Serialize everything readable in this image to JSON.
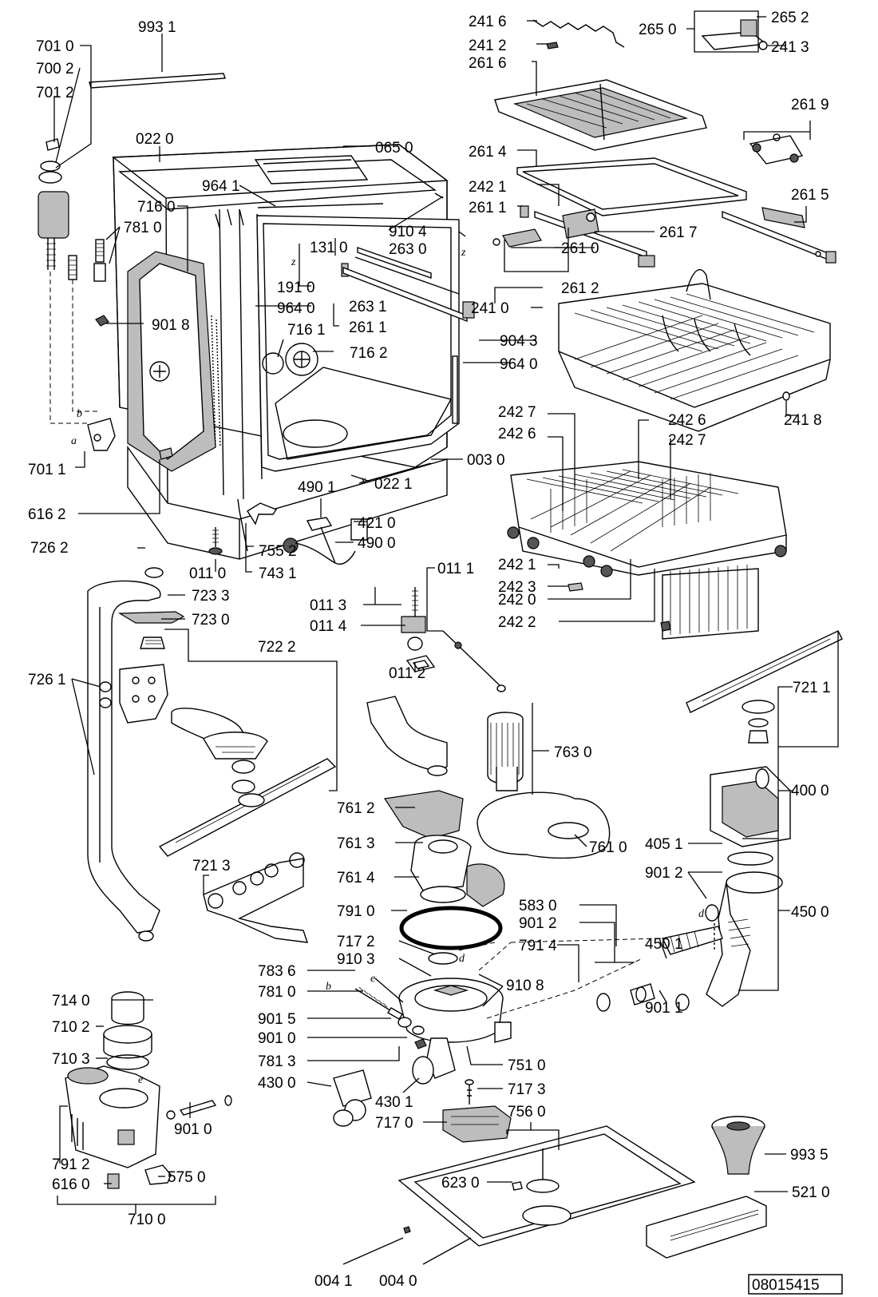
{
  "document_reference": "08015415",
  "callouts": [
    {
      "id": "c1",
      "label": "993 1"
    },
    {
      "id": "c2",
      "label": "701 0"
    },
    {
      "id": "c3",
      "label": "700 2"
    },
    {
      "id": "c4",
      "label": "701 2"
    },
    {
      "id": "c5",
      "label": "022 0"
    },
    {
      "id": "c6",
      "label": "065 0"
    },
    {
      "id": "c7",
      "label": "964 1"
    },
    {
      "id": "c8",
      "label": "716 0"
    },
    {
      "id": "c9",
      "label": "781 0"
    },
    {
      "id": "c10",
      "label": "131 0"
    },
    {
      "id": "c11",
      "label": "910 4"
    },
    {
      "id": "c12",
      "label": "263 0"
    },
    {
      "id": "c13",
      "label": "191 0"
    },
    {
      "id": "c14",
      "label": "964 0"
    },
    {
      "id": "c15",
      "label": "263 1"
    },
    {
      "id": "c16",
      "label": "901 8"
    },
    {
      "id": "c17",
      "label": "716 1"
    },
    {
      "id": "c18",
      "label": "261 1"
    },
    {
      "id": "c19",
      "label": "716 2"
    },
    {
      "id": "c20",
      "label": "701 1"
    },
    {
      "id": "c21",
      "label": "003 0"
    },
    {
      "id": "c22",
      "label": "022 1"
    },
    {
      "id": "c23",
      "label": "616 2"
    },
    {
      "id": "c24",
      "label": "490 1"
    },
    {
      "id": "c25",
      "label": "421 0"
    },
    {
      "id": "c26",
      "label": "490 0"
    },
    {
      "id": "c27",
      "label": "726 2"
    },
    {
      "id": "c28",
      "label": "755 2"
    },
    {
      "id": "c29",
      "label": "011 0"
    },
    {
      "id": "c30",
      "label": "743 1"
    },
    {
      "id": "c31",
      "label": "723 3"
    },
    {
      "id": "c32",
      "label": "723 0"
    },
    {
      "id": "c33",
      "label": "722 2"
    },
    {
      "id": "c34",
      "label": "726 1"
    },
    {
      "id": "c35",
      "label": "011 1"
    },
    {
      "id": "c36",
      "label": "011 3"
    },
    {
      "id": "c37",
      "label": "011 4"
    },
    {
      "id": "c38",
      "label": "011 2"
    },
    {
      "id": "c39",
      "label": "241 6"
    },
    {
      "id": "c40",
      "label": "241 2"
    },
    {
      "id": "c41",
      "label": "261 6"
    },
    {
      "id": "c42",
      "label": "265 0"
    },
    {
      "id": "c43",
      "label": "265 2"
    },
    {
      "id": "c44",
      "label": "241 3"
    },
    {
      "id": "c45",
      "label": "261 9"
    },
    {
      "id": "c46",
      "label": "261 4"
    },
    {
      "id": "c47",
      "label": "242 1"
    },
    {
      "id": "c48",
      "label": "261 1"
    },
    {
      "id": "c49",
      "label": "261 5"
    },
    {
      "id": "c50",
      "label": "261 7"
    },
    {
      "id": "c51",
      "label": "261 0"
    },
    {
      "id": "c52",
      "label": "261 2"
    },
    {
      "id": "c53",
      "label": "241 0"
    },
    {
      "id": "c54",
      "label": "904 3"
    },
    {
      "id": "c55",
      "label": "964 0"
    },
    {
      "id": "c56",
      "label": "241 8"
    },
    {
      "id": "c57",
      "label": "242 7"
    },
    {
      "id": "c58",
      "label": "242 6"
    },
    {
      "id": "c59",
      "label": "242 6"
    },
    {
      "id": "c60",
      "label": "242 7"
    },
    {
      "id": "c61",
      "label": "242 1"
    },
    {
      "id": "c62",
      "label": "242 3"
    },
    {
      "id": "c63",
      "label": "242 0"
    },
    {
      "id": "c64",
      "label": "242 2"
    },
    {
      "id": "c65",
      "label": "721 1"
    },
    {
      "id": "c66",
      "label": "763 0"
    },
    {
      "id": "c67",
      "label": "400 0"
    },
    {
      "id": "c68",
      "label": "761 2"
    },
    {
      "id": "c69",
      "label": "761 3"
    },
    {
      "id": "c70",
      "label": "761 0"
    },
    {
      "id": "c71",
      "label": "405 1"
    },
    {
      "id": "c72",
      "label": "721 3"
    },
    {
      "id": "c73",
      "label": "761 4"
    },
    {
      "id": "c74",
      "label": "901 2"
    },
    {
      "id": "c75",
      "label": "791 0"
    },
    {
      "id": "c76",
      "label": "583 0"
    },
    {
      "id": "c77",
      "label": "901 2"
    },
    {
      "id": "c78",
      "label": "450 0"
    },
    {
      "id": "c79",
      "label": "717 2"
    },
    {
      "id": "c80",
      "label": "791 4"
    },
    {
      "id": "c81",
      "label": "450 1"
    },
    {
      "id": "c82",
      "label": "910 3"
    },
    {
      "id": "c83",
      "label": "783 6"
    },
    {
      "id": "c84",
      "label": "910 8"
    },
    {
      "id": "c85",
      "label": "781 0"
    },
    {
      "id": "c86",
      "label": "714 0"
    },
    {
      "id": "c87",
      "label": "901 1"
    },
    {
      "id": "c88",
      "label": "901 5"
    },
    {
      "id": "c89",
      "label": "710 2"
    },
    {
      "id": "c90",
      "label": "901 0"
    },
    {
      "id": "c91",
      "label": "710 3"
    },
    {
      "id": "c92",
      "label": "781 3"
    },
    {
      "id": "c93",
      "label": "751 0"
    },
    {
      "id": "c94",
      "label": "430 0"
    },
    {
      "id": "c95",
      "label": "717 3"
    },
    {
      "id": "c96",
      "label": "430 1"
    },
    {
      "id": "c97",
      "label": "756 0"
    },
    {
      "id": "c98",
      "label": "717 0"
    },
    {
      "id": "c99",
      "label": "901 0"
    },
    {
      "id": "c100",
      "label": "993 5"
    },
    {
      "id": "c101",
      "label": "791 2"
    },
    {
      "id": "c102",
      "label": "575 0"
    },
    {
      "id": "c103",
      "label": "616 0"
    },
    {
      "id": "c104",
      "label": "623 0"
    },
    {
      "id": "c105",
      "label": "521 0"
    },
    {
      "id": "c106",
      "label": "710 0"
    },
    {
      "id": "c107",
      "label": "004 1"
    },
    {
      "id": "c108",
      "label": "004 0"
    }
  ],
  "connector_letters": [
    {
      "id": "l1",
      "text": "b"
    },
    {
      "id": "l2",
      "text": "a"
    },
    {
      "id": "l3",
      "text": "z"
    },
    {
      "id": "l4",
      "text": "z"
    },
    {
      "id": "l5",
      "text": "x"
    },
    {
      "id": "l6",
      "text": "b"
    },
    {
      "id": "l7",
      "text": "e"
    },
    {
      "id": "l8",
      "text": "e"
    },
    {
      "id": "l9",
      "text": "d"
    },
    {
      "id": "l10",
      "text": "d"
    }
  ]
}
